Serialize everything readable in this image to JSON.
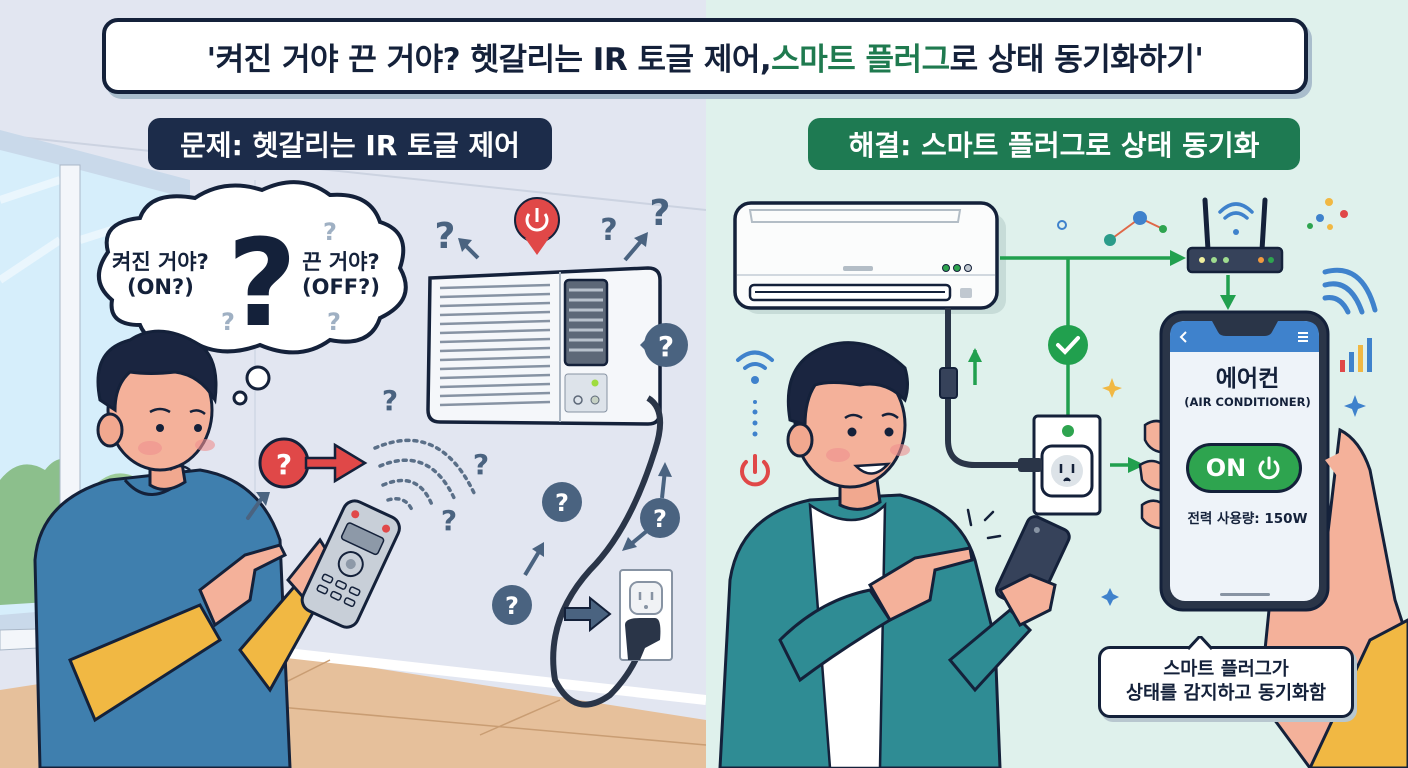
{
  "header": {
    "title_part1": "'켜진 거야 끈 거야? 헷갈리는 IR 토글 제어, ",
    "title_accent": "스마트 플러그",
    "title_part2": "로 상태 동기화하기'"
  },
  "problem_panel": {
    "label": "문제: 헷갈리는 IR 토글 제어",
    "thought_left_line1": "켜진 거야?",
    "thought_left_line2": "(ON?)",
    "thought_right_line1": "끈 거야?",
    "thought_right_line2": "(OFF?)",
    "icons": [
      "window-icon",
      "question-cloud-icon",
      "remote-control-icon",
      "window-ac-unit-icon",
      "power-pin-icon",
      "wall-outlet-icon",
      "ir-signal-icon"
    ]
  },
  "solution_panel": {
    "label": "해결: 스마트 플러그로 상태 동기화",
    "app": {
      "device_name": "에어컨",
      "device_subtitle": "(AIR CONDITIONER)",
      "toggle_label": "ON",
      "power_usage_label": "전력 사용량: 150W"
    },
    "caption_line1": "스마트 플러그가",
    "caption_line2": "상태를 감지하고 동기화함",
    "icons": [
      "split-ac-unit-icon",
      "wifi-router-icon",
      "smart-plug-icon",
      "check-icon",
      "wifi-icon",
      "power-icon",
      "signal-bars-icon",
      "smartphone-icon"
    ]
  },
  "colors": {
    "left_bg": "#e2e6f1",
    "right_bg": "#dff1ec",
    "navy": "#14213a",
    "green_accent": "#1f7a4f",
    "on_green": "#2ea44f",
    "alert_red": "#e04848",
    "question_slate": "#4a6380",
    "phone_header_blue": "#3f82cc"
  }
}
